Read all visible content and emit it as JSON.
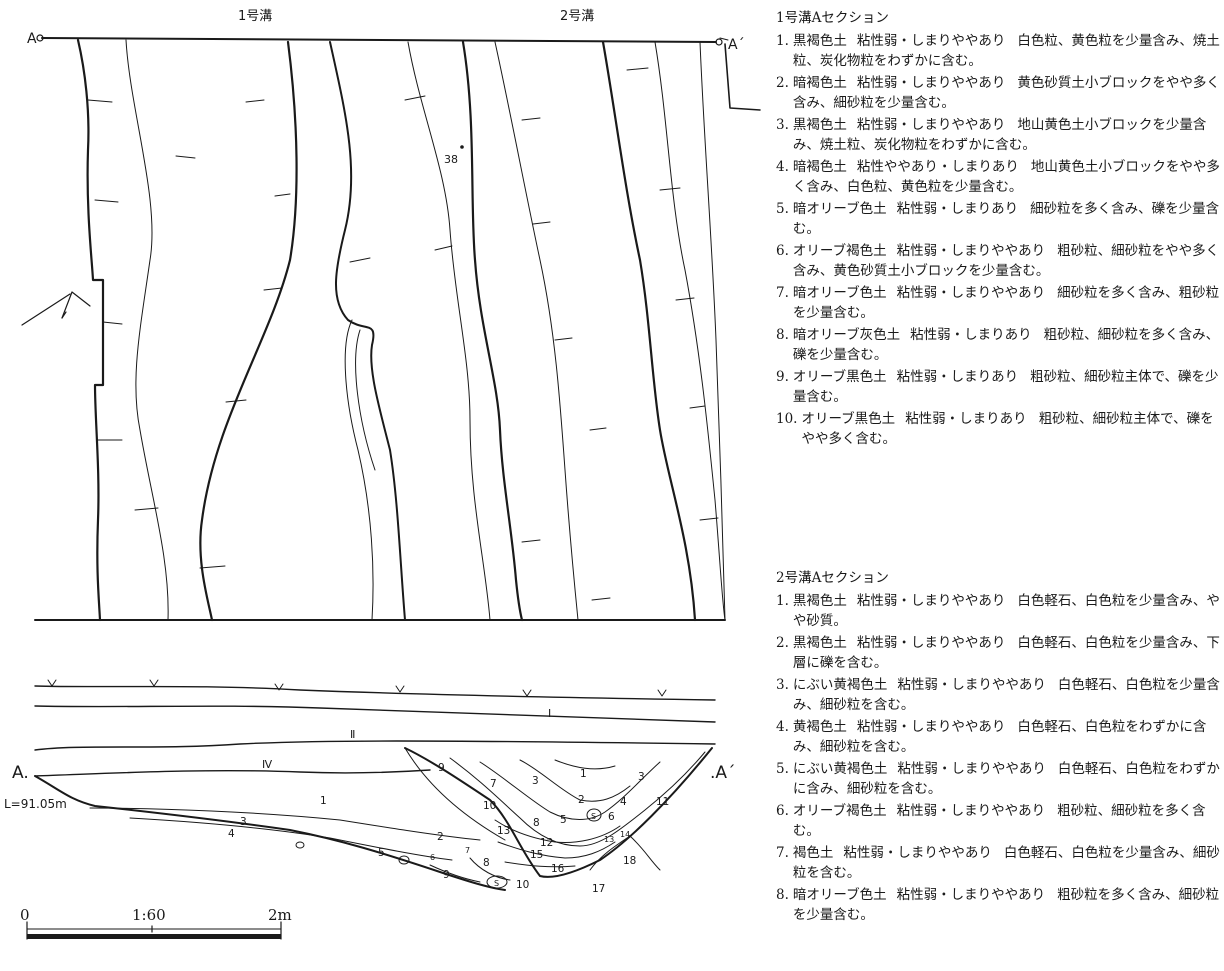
{
  "figure": {
    "ditch_labels": [
      "1号溝",
      "2号溝"
    ],
    "section_labels": {
      "start": "A",
      "end": "A´"
    },
    "section_start_mark": "A.",
    "section_end_mark": ".A´",
    "elevation": "L=91.05m",
    "point_label": "38",
    "upper_layer_labels": [
      "Ⅰ",
      "Ⅱ",
      "Ⅳ"
    ],
    "ditch1_layer_labels": [
      "1",
      "2",
      "3",
      "4",
      "5",
      "6",
      "7",
      "8",
      "9",
      "10"
    ],
    "ditch2_layer_labels": [
      "1",
      "2",
      "3",
      "3",
      "4",
      "5",
      "6",
      "7",
      "8",
      "9",
      "10",
      "11",
      "12",
      "13",
      "13",
      "14",
      "15",
      "16",
      "17",
      "18",
      "S",
      "S"
    ],
    "scale": {
      "zero": "0",
      "ratio": "1:60",
      "max": "2m"
    }
  },
  "legend1": {
    "title": "1号溝Aセクション",
    "items": [
      {
        "num": "1.",
        "name": "黒褐色土",
        "attr": "粘性弱・しまりややあり",
        "desc": "白色粒、黄色粒を少量含み、焼土粒、炭化物粒をわずかに含む。"
      },
      {
        "num": "2.",
        "name": "暗褐色土",
        "attr": "粘性弱・しまりややあり",
        "desc": "黄色砂質土小ブロックをやや多く含み、細砂粒を少量含む。"
      },
      {
        "num": "3.",
        "name": "黒褐色土",
        "attr": "粘性弱・しまりややあり",
        "desc": "地山黄色土小ブロックを少量含み、焼土粒、炭化物粒をわずかに含む。"
      },
      {
        "num": "4.",
        "name": "暗褐色土",
        "attr": "粘性ややあり・しまりあり",
        "desc": "地山黄色土小ブロックをやや多く含み、白色粒、黄色粒を少量含む。"
      },
      {
        "num": "5.",
        "name": "暗オリーブ色土",
        "attr": "粘性弱・しまりあり",
        "desc": "細砂粒を多く含み、礫を少量含む。"
      },
      {
        "num": "6.",
        "name": "オリーブ褐色土",
        "attr": "粘性弱・しまりややあり",
        "desc": "粗砂粒、細砂粒をやや多く含み、黄色砂質土小ブロックを少量含む。"
      },
      {
        "num": "7.",
        "name": "暗オリーブ色土",
        "attr": "粘性弱・しまりややあり",
        "desc": "細砂粒を多く含み、粗砂粒を少量含む。"
      },
      {
        "num": "8.",
        "name": "暗オリーブ灰色土",
        "attr": "粘性弱・しまりあり",
        "desc": "粗砂粒、細砂粒を多く含み、礫を少量含む。"
      },
      {
        "num": "9.",
        "name": "オリーブ黒色土",
        "attr": "粘性弱・しまりあり",
        "desc": "粗砂粒、細砂粒主体で、礫を少量含む。"
      },
      {
        "num": "10.",
        "name": "オリーブ黒色土",
        "attr": "粘性弱・しまりあり",
        "desc": "粗砂粒、細砂粒主体で、礫をやや多く含む。"
      }
    ]
  },
  "legend2": {
    "title": "2号溝Aセクション",
    "items": [
      {
        "num": "1.",
        "name": "黒褐色土",
        "attr": "粘性弱・しまりややあり",
        "desc": "白色軽石、白色粒を少量含み、やや砂質。"
      },
      {
        "num": "2.",
        "name": "黒褐色土",
        "attr": "粘性弱・しまりややあり",
        "desc": "白色軽石、白色粒を少量含み、下層に礫を含む。"
      },
      {
        "num": "3.",
        "name": "にぶい黄褐色土",
        "attr": "粘性弱・しまりややあり",
        "desc": "白色軽石、白色粒を少量含み、細砂粒を含む。"
      },
      {
        "num": "4.",
        "name": "黄褐色土",
        "attr": "粘性弱・しまりややあり",
        "desc": "白色軽石、白色粒をわずかに含み、細砂粒を含む。"
      },
      {
        "num": "5.",
        "name": "にぶい黄褐色土",
        "attr": "粘性弱・しまりややあり",
        "desc": "白色軽石、白色粒をわずかに含み、細砂粒を含む。"
      },
      {
        "num": "6.",
        "name": "オリーブ褐色土",
        "attr": "粘性弱・しまりややあり",
        "desc": "粗砂粒、細砂粒を多く含む。"
      },
      {
        "num": "7.",
        "name": "褐色土",
        "attr": "粘性弱・しまりややあり",
        "desc": "白色軽石、白色粒を少量含み、細砂粒を含む。"
      },
      {
        "num": "8.",
        "name": "暗オリーブ色土",
        "attr": "粘性弱・しまりややあり",
        "desc": "粗砂粒を多く含み、細砂粒を少量含む。"
      }
    ]
  }
}
